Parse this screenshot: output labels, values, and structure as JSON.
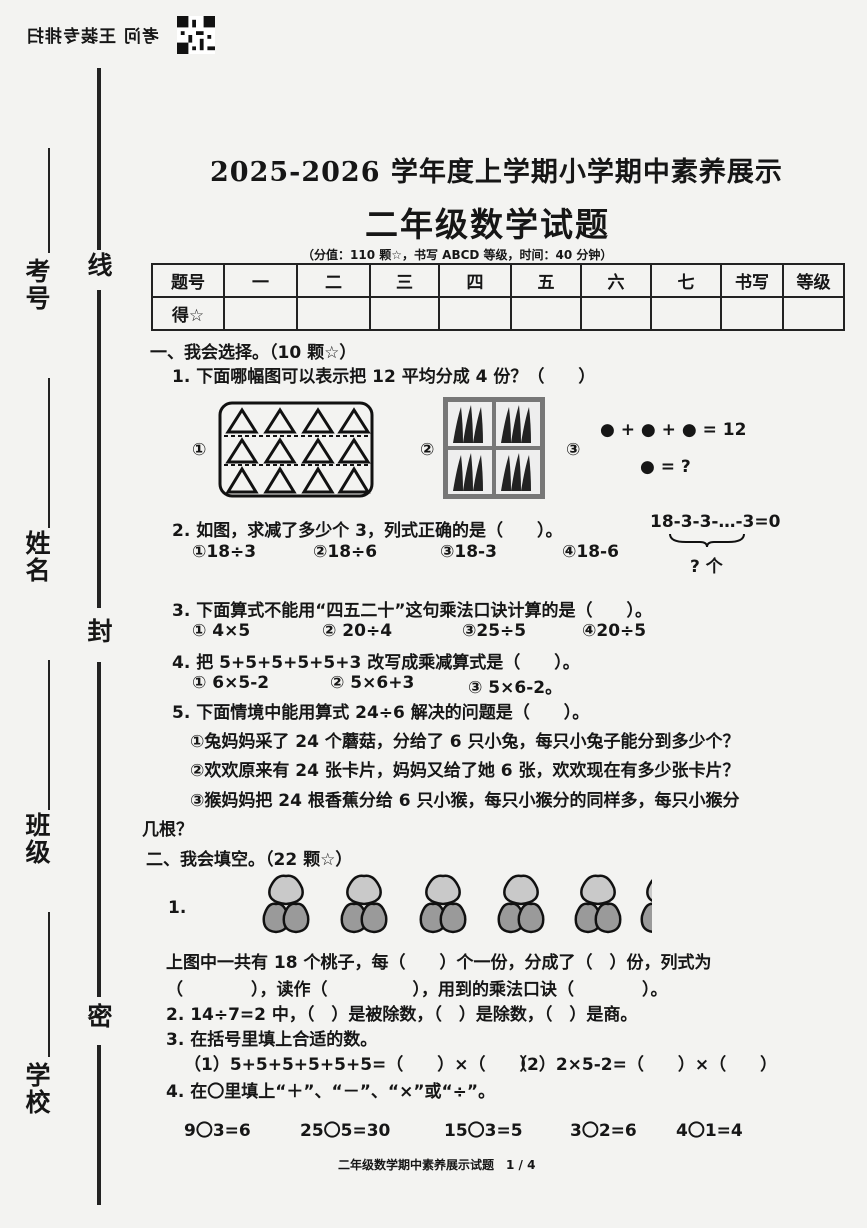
{
  "stamp": "考问  王装专排扫",
  "margin": {
    "exam_no": "考号",
    "name": "姓名",
    "class": "班级",
    "school": "学校",
    "seal_xian": "线",
    "seal_feng": "封",
    "seal_mi": "密"
  },
  "header": {
    "title1": "2025-2026 学年度上学期小学期中素养展示",
    "title2": "二年级数学试题",
    "subtitle": "（分值：110 颗☆，书写 ABCD 等级，时间：40 分钟）"
  },
  "score_table": {
    "row1": [
      "题号",
      "一",
      "二",
      "三",
      "四",
      "五",
      "六",
      "七",
      "书写",
      "等级"
    ],
    "row2_label": "得☆"
  },
  "section1": {
    "heading": "一、我会选择。（10 颗☆）",
    "q1": "1. 下面哪幅图可以表示把 12 平均分成 4 份？（　　）",
    "q1_opt1": "①",
    "q1_opt2": "②",
    "q1_opt3": "③",
    "q1_eq_top": "●  +  ●  +  ●  = 12",
    "q1_eq_bottom": "●  = ?",
    "q2": "2. 如图，求减了多少个 3，列式正确的是（　　）。",
    "q2_fig": "18-3-3-…-3=0",
    "q2_brace": "? 个",
    "q2_opts": [
      "①18÷3",
      "②18÷6",
      "③18-3",
      "④18-6"
    ],
    "q3": "3. 下面算式不能用“四五二十”这句乘法口诀计算的是（　　）。",
    "q3_opts": [
      "① 4×5",
      "② 20÷4",
      "③25÷5",
      "④20÷5"
    ],
    "q4": "4. 把 5+5+5+5+5+3 改写成乘减算式是（　　）。",
    "q4_opts": [
      "① 6×5-2",
      "② 5×6+3",
      "③ 5×6-2。"
    ],
    "q5": "5. 下面情境中能用算式 24÷6 解决的问题是（　　）。",
    "q5_opt1": "①兔妈妈采了 24 个蘑菇，分给了 6 只小兔，每只小兔子能分到多少个？",
    "q5_opt2": "②欢欢原来有 24 张卡片，妈妈又给了她 6 张，欢欢现在有多少张卡片？",
    "q5_opt3a": "③猴妈妈把 24 根香蕉分给 6 只小猴，每只小猴分的同样多，每只小猴分",
    "q5_opt3b": "几根？"
  },
  "section2": {
    "heading": "二、我会填空。（22 颗☆）",
    "q1_no": "1.",
    "q1_line1": "上图中一共有 18 个桃子，每（　　）个一份，分成了（　）份，列式为",
    "q1_line2": "（　　　　），读作（　　　　　），用到的乘法口诀（　　　　）。",
    "q2": "2. 14÷7=2 中，（　）是被除数，（　）是除数，（　）是商。",
    "q3": "3. 在括号里填上合适的数。",
    "q3_a": "（1）5+5+5+5+5+5=（　　）×（　　）",
    "q3_b": "（2）2×5-2=（　　）×（　　）",
    "q4": "4. 在〇里填上“＋”、“－”、“×”或“÷”。",
    "q4_items": [
      "9〇3=6",
      "25〇5=30",
      "15〇3=5",
      "3〇2=6",
      "4〇1=4"
    ]
  },
  "footer": "二年级数学期中素养展示试题　1 / 4"
}
